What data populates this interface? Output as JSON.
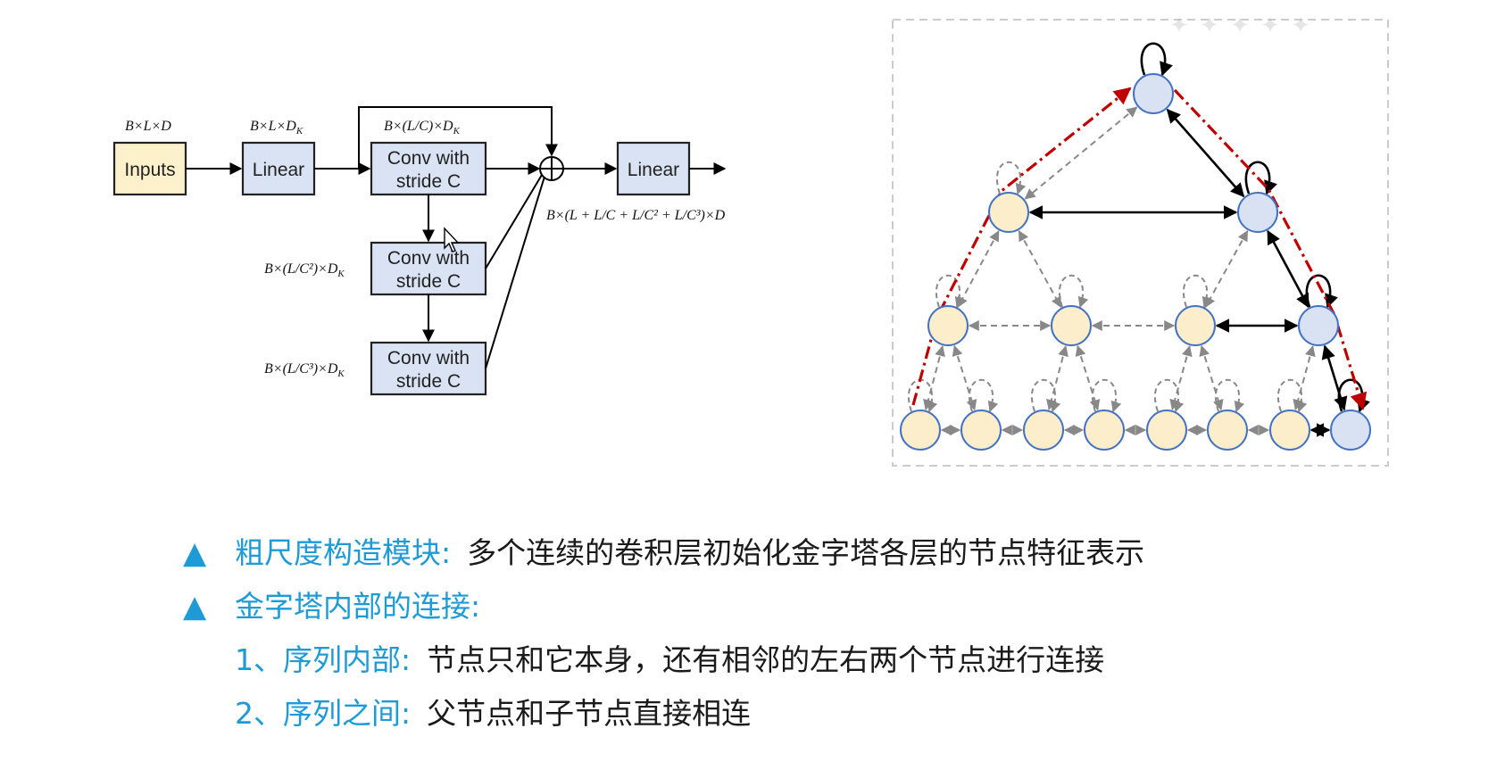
{
  "left_diagram": {
    "nodes": {
      "inputs": "Inputs",
      "linear1": "Linear",
      "conv1": [
        "Conv with",
        "stride C"
      ],
      "conv2": [
        "Conv with",
        "stride C"
      ],
      "conv3": [
        "Conv with",
        "stride C"
      ],
      "linear2": "Linear",
      "sum": "⊕"
    },
    "dims": {
      "inputs": "B×L×D",
      "linear1": "B×L×D_K",
      "conv1": "B×(L/C)×D_K",
      "conv2": "B×(L/C²)×D_K",
      "conv3": "B×(L/C³)×D_K",
      "output": "B×(L + L/C + L/C² + L/C³)×D"
    }
  },
  "right_diagram": {
    "levels": [
      {
        "count": 1,
        "highlighted": [
          0
        ]
      },
      {
        "count": 2,
        "highlighted": [
          1
        ]
      },
      {
        "count": 4,
        "highlighted": [
          3
        ]
      },
      {
        "count": 8,
        "highlighted": [
          7
        ]
      }
    ],
    "colors": {
      "node_fill_default": "#fdeecb",
      "node_fill_highlight": "#d9e2f3",
      "node_stroke": "#4472c4",
      "edge_active": "#000000",
      "edge_inactive": "#888888",
      "path": "#c00000",
      "border": "#cccccc"
    }
  },
  "bullets": [
    {
      "marker": "▲",
      "key": "粗尺度构造模块:",
      "value": "多个连续的卷积层初始化金字塔各层的节点特征表示"
    },
    {
      "marker": "▲",
      "key": "金字塔内部的连接:",
      "value": ""
    },
    {
      "marker": "",
      "key": "1、序列内部:",
      "value": "节点只和它本身，还有相邻的左右两个节点进行连接"
    },
    {
      "marker": "",
      "key": "2、序列之间:",
      "value": "父节点和子节点直接相连"
    }
  ],
  "colors": {
    "accent": "#1e9bd7",
    "text": "#1a1a1a",
    "box_fill": "#dae3f3",
    "input_fill": "#fdf1cc"
  }
}
